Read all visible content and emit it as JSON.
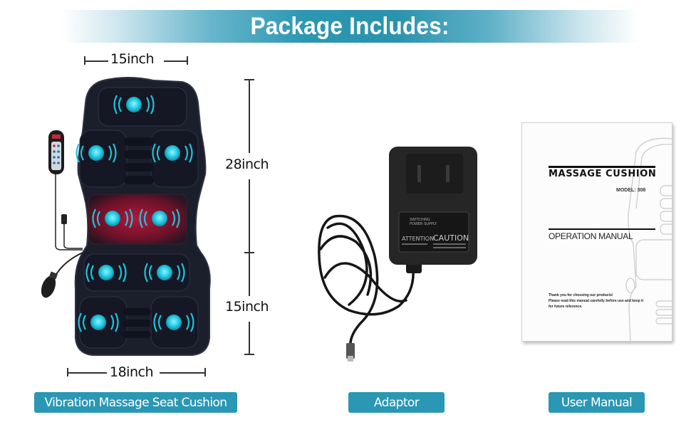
{
  "header": {
    "title": "Package Includes:"
  },
  "colors": {
    "accent": "#2a97b4",
    "header_center": "#2a93ad",
    "cushion": "#1b1e2b",
    "massage_node": "#2ad0e6",
    "heat_zone": "#7a1428"
  },
  "cushion": {
    "dimensions": {
      "top_width": "15inch",
      "bottom_width": "18inch",
      "upper_height": "28inch",
      "lower_height": "15inch"
    },
    "label": "Vibration Massage Seat Cushion",
    "icons": [
      "massage-node-icon",
      "heat-zone-icon",
      "remote-control-icon",
      "lumbar-pump-icon"
    ]
  },
  "adaptor": {
    "label": "Adaptor",
    "plate": {
      "brand_line1": "SWITCHING",
      "brand_line2": "POWER SUPPLY",
      "attention": "ATTENTION",
      "caution": "CAUTION"
    }
  },
  "manual": {
    "label": "User Manual",
    "title": "MASSAGE CUSHION",
    "model": "MODEL: 308",
    "subtitle": "OPERATION MANUAL",
    "note_line1": "Thank you for choosing our products!",
    "note_line2": "Please read this manual carefully before use and keep it",
    "note_line3": "for future reference."
  }
}
